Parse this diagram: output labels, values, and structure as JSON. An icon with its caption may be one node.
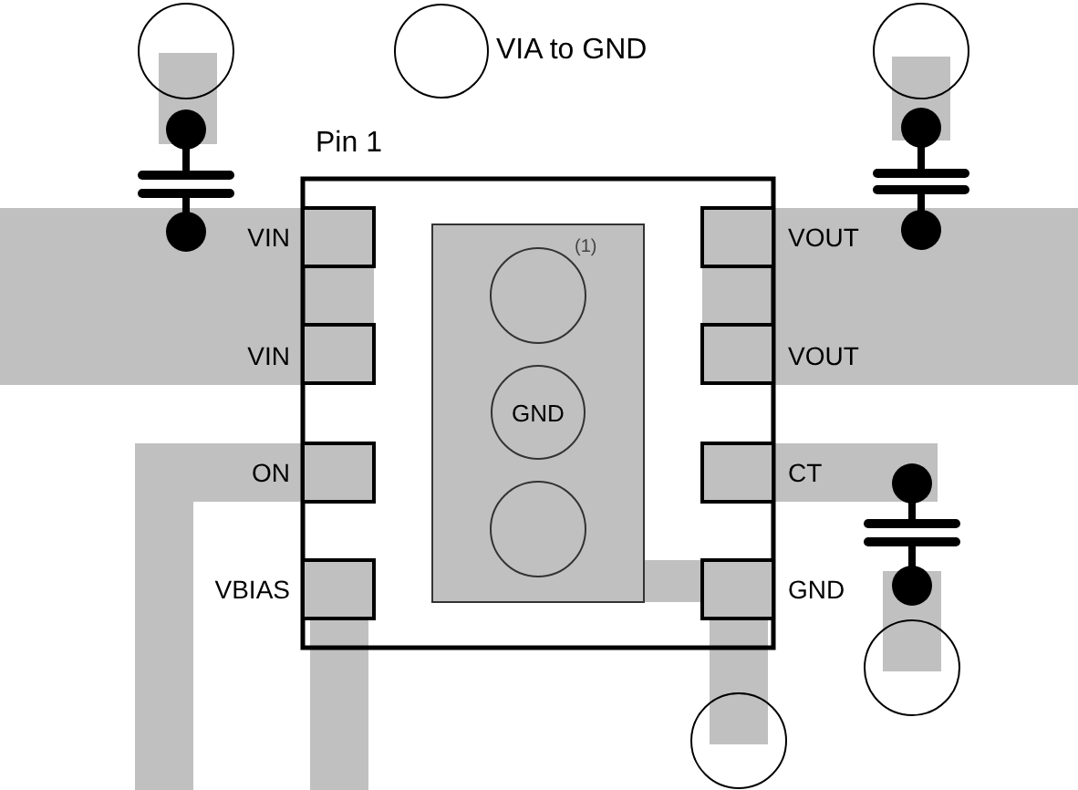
{
  "diagram": {
    "nodes": [
      {
        "text": [
          "GND"
        ]
      }
    ],
    "labels": [
      "Pin 1",
      "VIN",
      "(1)",
      "VOUT",
      "VIN",
      "VOUT",
      "ON",
      "CT",
      "VBIAS",
      "GND"
    ],
    "legend": [
      {
        "text": "VIA to GND"
      }
    ]
  }
}
